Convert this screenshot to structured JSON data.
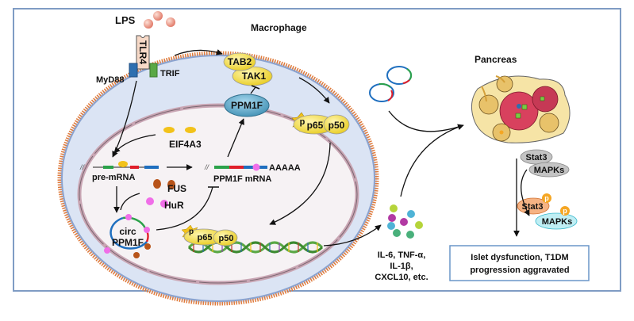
{
  "diagram": {
    "title_cell": "Macrophage",
    "title_organ": "Pancreas",
    "ligand": "LPS",
    "receptor": "TLR4",
    "adaptors": [
      "MyD88",
      "TRIF"
    ],
    "kinase_complex": [
      "TAB2",
      "TAK1"
    ],
    "phosphatase": "PPM1F",
    "nfkb": {
      "phospho": "p",
      "subunits": [
        "p65",
        "p50"
      ]
    },
    "nuclear_nfkb": {
      "phospho": "p",
      "subunits": [
        "p65",
        "p50"
      ]
    },
    "splicing_factor": "EIF4A3",
    "rbp": [
      "FUS",
      "HuR"
    ],
    "pre_mrna": {
      "label": "pre-mRNA",
      "break_mark": "//"
    },
    "mature_mrna": {
      "label": "PPM1F mRNA",
      "break_mark": "//",
      "polyA": "AAAAA"
    },
    "circrna": {
      "line1": "circ",
      "line2": "PPM1F"
    },
    "cytokines": {
      "line1": "IL-6, TNF-α,",
      "line2": "IL-1β,",
      "line3": "CXCL10, etc."
    },
    "signaling": {
      "inactive": [
        "Stat3",
        "MAPKs"
      ],
      "active": [
        "Stat3",
        "MAPKs"
      ],
      "phospho": "p"
    },
    "outcome": {
      "line1": "Islet dysfunction, T1DM",
      "line2": "progression aggravated"
    },
    "colors": {
      "frame": "#7f9cc4",
      "cytoplasm": "#dbe4f4",
      "membrane": "#e07a3a",
      "nucleus_fill": "#f6f2f4",
      "nuclear_envelope": "#c9a6b4",
      "protein_yellow": "#f2dc4a",
      "ppm1f": "#5aa8c8",
      "stat3_active": "#f6b384",
      "mapks_active": "#bfeef4",
      "phospho_orange": "#f5a623",
      "inactive_gray": "#c4c4c4"
    }
  }
}
